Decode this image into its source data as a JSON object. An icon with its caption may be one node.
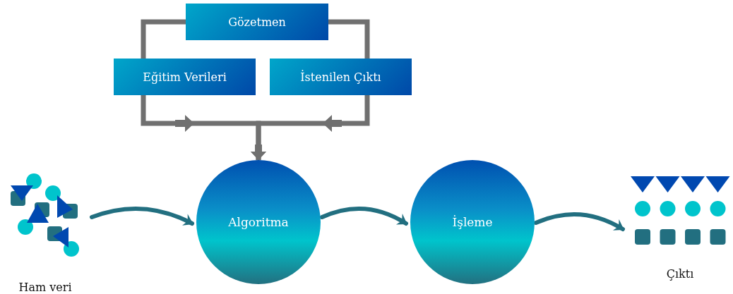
{
  "diagram": {
    "nodes": [
      {
        "text": [
          "Gözetmen"
        ]
      },
      {
        "text": [
          "Eğitim Verileri"
        ]
      },
      {
        "text": [
          "İstenilen Çıktı"
        ]
      },
      {
        "text": [
          "Algoritma"
        ]
      },
      {
        "text": [
          "İşleme"
        ]
      },
      {
        "text": [
          "Ham veri"
        ]
      },
      {
        "text": [
          "Çıktı"
        ]
      }
    ],
    "edges": [
      {
        "from": 0,
        "to": 1,
        "arrow": "none"
      },
      {
        "from": 0,
        "to": 2,
        "arrow": "none"
      },
      {
        "from": 1,
        "to": 3,
        "arrow": "to"
      },
      {
        "from": 2,
        "to": 3,
        "arrow": "to"
      },
      {
        "from": 5,
        "to": 3,
        "arrow": "to",
        "color": "#226f80"
      },
      {
        "from": 3,
        "to": 4,
        "arrow": "to",
        "color": "#226f80"
      },
      {
        "from": 4,
        "to": 6,
        "arrow": "to",
        "color": "#226f80"
      }
    ]
  }
}
